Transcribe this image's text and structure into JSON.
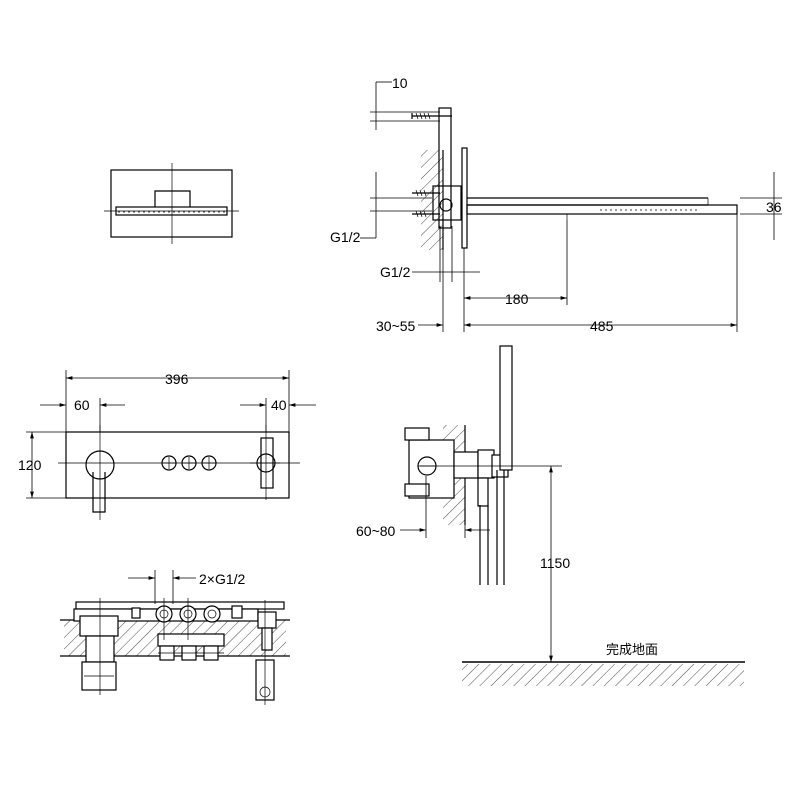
{
  "dimensions": {
    "d10": "10",
    "d36": "36",
    "g12_top": "G1/2",
    "g12_bottom": "G1/2",
    "d180": "180",
    "d30_55": "30~55",
    "d485": "485",
    "d396": "396",
    "d60": "60",
    "d40": "40",
    "d120": "120",
    "two_g12": "2×G1/2",
    "d60_80": "60~80",
    "d1150": "1150"
  },
  "floor_label": "完成地面"
}
